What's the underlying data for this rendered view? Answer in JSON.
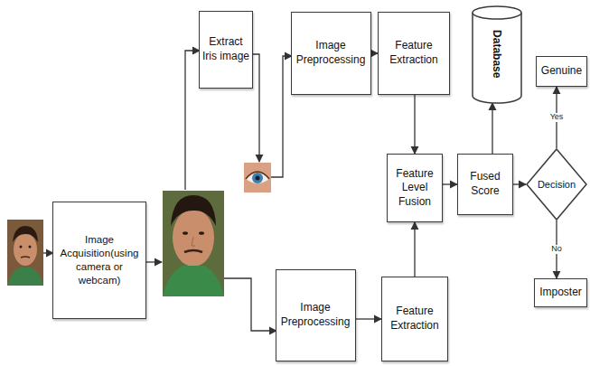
{
  "diagram": {
    "nodes": [
      {
        "text": [
          "Extract Iris image"
        ]
      },
      {
        "text": [
          "Image Preprocessing"
        ]
      },
      {
        "text": [
          "Feature Extraction"
        ]
      },
      {
        "text": [
          "Database"
        ]
      },
      {
        "text": [
          "Genuine"
        ]
      },
      {
        "text": [
          "Feature Level Fusion"
        ]
      },
      {
        "text": [
          "Fused Score"
        ]
      },
      {
        "text": [
          "Decision"
        ]
      },
      {
        "text": [
          "Image Acquisition(using camera or webcam)"
        ]
      },
      {
        "text": [
          "Image Preprocessing"
        ]
      },
      {
        "text": [
          "Feature Extraction"
        ]
      },
      {
        "text": [
          "Imposter"
        ]
      }
    ],
    "edges": [
      {
        "from": 1,
        "to": 2,
        "arrow": "to"
      },
      {
        "from": 2,
        "to": 5,
        "arrow": "to"
      },
      {
        "from": 9,
        "to": 10,
        "arrow": "to"
      },
      {
        "from": 10,
        "to": 5,
        "arrow": "to"
      },
      {
        "from": 5,
        "to": 6,
        "arrow": "to"
      },
      {
        "from": 6,
        "to": 3,
        "arrow": "to"
      },
      {
        "from": 6,
        "to": 7,
        "arrow": "to"
      },
      {
        "from": 7,
        "to": 4,
        "label": "Yes",
        "arrow": "to"
      },
      {
        "from": 7,
        "to": 11,
        "label": "No",
        "arrow": "to"
      }
    ]
  }
}
